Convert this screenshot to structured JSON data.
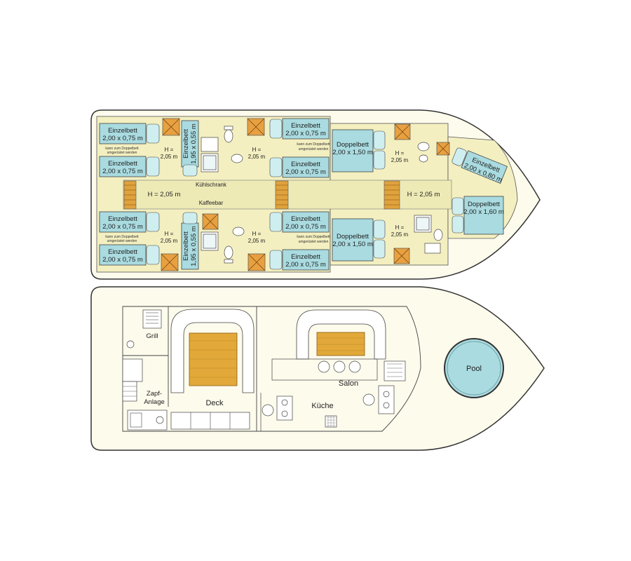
{
  "colors": {
    "hull": "#fdfbec",
    "cabin": "#f3efc0",
    "corridor": "#eeeab6",
    "bed": "#a9dbe0",
    "pillow": "#cfeef0",
    "wood": "#e2a93a",
    "stairs": "#e0a23c",
    "closet": "#e8a040",
    "pool": "#a9dbe0",
    "outline": "#333333"
  },
  "lower_deck": {
    "beds": {
      "l1": {
        "name": "Einzelbett",
        "size": "2,00 x 0,75 m"
      },
      "l2": {
        "name": "Einzelbett",
        "size": "2,00 x 0,75 m"
      },
      "l3": {
        "name": "Einzelbett",
        "size": "2,00 x 0,75 m"
      },
      "l4": {
        "name": "Einzelbett",
        "size": "2,00 x 0,75 m"
      },
      "lv1": {
        "name": "Einzelbett",
        "size": "1,95 x 0,55 m"
      },
      "lv2": {
        "name": "Einzelbett",
        "size": "1,95 x 0,55 m"
      },
      "m1": {
        "name": "Einzelbett",
        "size": "2,00 x 0,75 m"
      },
      "m2": {
        "name": "Einzelbett",
        "size": "2,00 x 0,75 m"
      },
      "m3": {
        "name": "Einzelbett",
        "size": "2,00 x 0,75 m"
      },
      "m4": {
        "name": "Einzelbett",
        "size": "2,00 x 0,75 m"
      },
      "d1": {
        "name": "Doppelbett",
        "size": "2,00 x 1,50 m"
      },
      "d2": {
        "name": "Doppelbett",
        "size": "2,00 x 1,50 m"
      },
      "bow_single": {
        "name": "Einzelbett",
        "size": "2,00 x 0,80 m"
      },
      "bow_double": {
        "name": "Doppelbett",
        "size": "2,00 x 1,60 m"
      }
    },
    "convert_note_1": "kann zum Doppelbett",
    "convert_note_2": "umgerüstet werden",
    "height": "H =",
    "height_val": "2,05 m",
    "height_full": "H = 2,05 m",
    "fridge": "Kühlschrank",
    "coffee_bar": "Kaffeebar"
  },
  "upper_deck": {
    "grill": "Grill",
    "tap_1": "Zapf-",
    "tap_2": "Anlage",
    "deck": "Deck",
    "salon": "Salon",
    "kitchen": "Küche",
    "pool": "Pool"
  }
}
